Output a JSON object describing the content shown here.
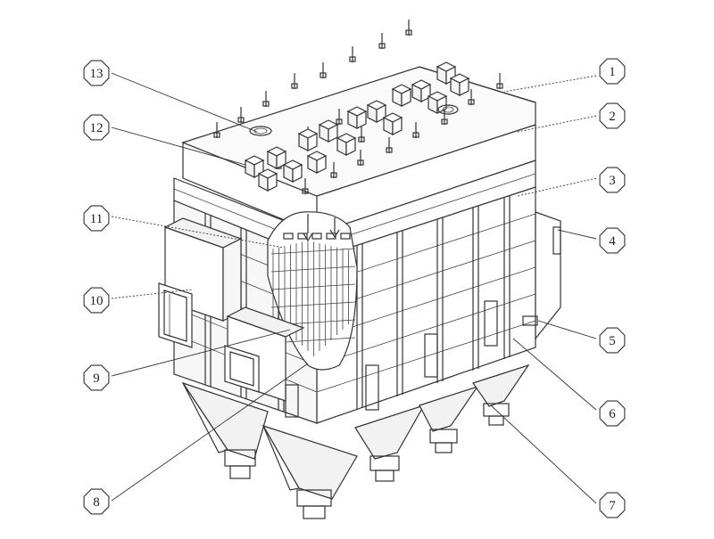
{
  "diagram": {
    "callouts": [
      {
        "id": "1",
        "label": "1"
      },
      {
        "id": "2",
        "label": "2"
      },
      {
        "id": "3",
        "label": "3"
      },
      {
        "id": "4",
        "label": "4"
      },
      {
        "id": "5",
        "label": "5"
      },
      {
        "id": "6",
        "label": "6"
      },
      {
        "id": "7",
        "label": "7"
      },
      {
        "id": "8",
        "label": "8"
      },
      {
        "id": "9",
        "label": "9"
      },
      {
        "id": "10",
        "label": "10"
      },
      {
        "id": "11",
        "label": "11"
      },
      {
        "id": "12",
        "label": "12"
      },
      {
        "id": "13",
        "label": "13"
      }
    ],
    "colors": {
      "line": "#333333",
      "background": "#ffffff"
    }
  }
}
